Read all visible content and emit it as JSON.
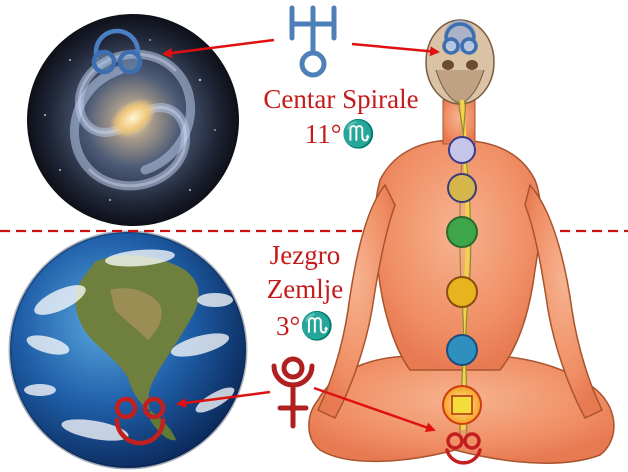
{
  "labels": {
    "galactic_center_line1": "Centar Spirale",
    "galactic_center_line2": "11°♏",
    "earth_core_line1": "Jezgro",
    "earth_core_line2": "Zemlje",
    "earth_core_line3": "3°♏"
  },
  "icons": {
    "uranus_symbol": "uranus-glyph",
    "pluto_symbol": "pluto-glyph",
    "crown_chakra_symbol": "double-ring-symbol",
    "root_chakra_symbol": "double-ring-symbol"
  },
  "colors": {
    "label_text": "#c41a1a",
    "arrow": "#e01010",
    "divider": "#cc1111",
    "uranus_glyph": "#4f7fb8",
    "pluto_glyph": "#b02020",
    "body_skin": "#f3a07a"
  }
}
